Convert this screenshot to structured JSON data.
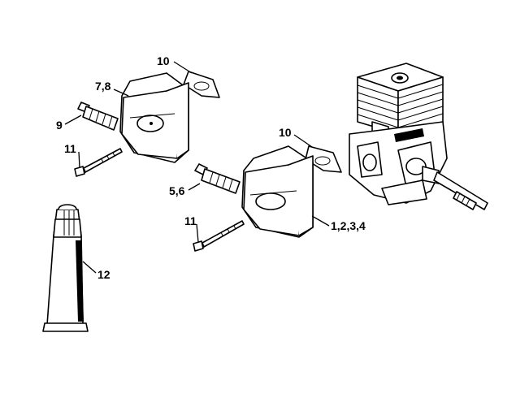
{
  "colors": {
    "background": "#ffffff",
    "ink": "#000000"
  },
  "labels": {
    "gasket_upper": "10",
    "muffler_upper": "7,8",
    "spark_arrestor_upper": "9",
    "screw_upper": "11",
    "gasket_lower": "10",
    "spark_arrestor_lower": "5,6",
    "muffler_lower": "1,2,3,4",
    "screw_lower": "11",
    "paste_tube": "12"
  }
}
